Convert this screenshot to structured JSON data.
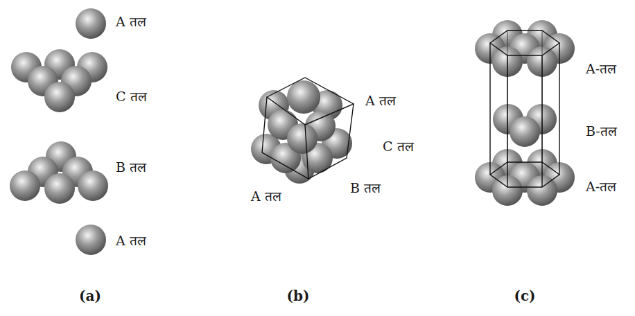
{
  "diagram": {
    "labels": [
      "A तल",
      "C तल",
      "B तल",
      "A तल",
      "A तल",
      "C तल",
      "A तल",
      "B तल",
      "A-तल",
      "B-तल",
      "A-तल",
      "(a)",
      "(b)",
      "(c)"
    ]
  }
}
